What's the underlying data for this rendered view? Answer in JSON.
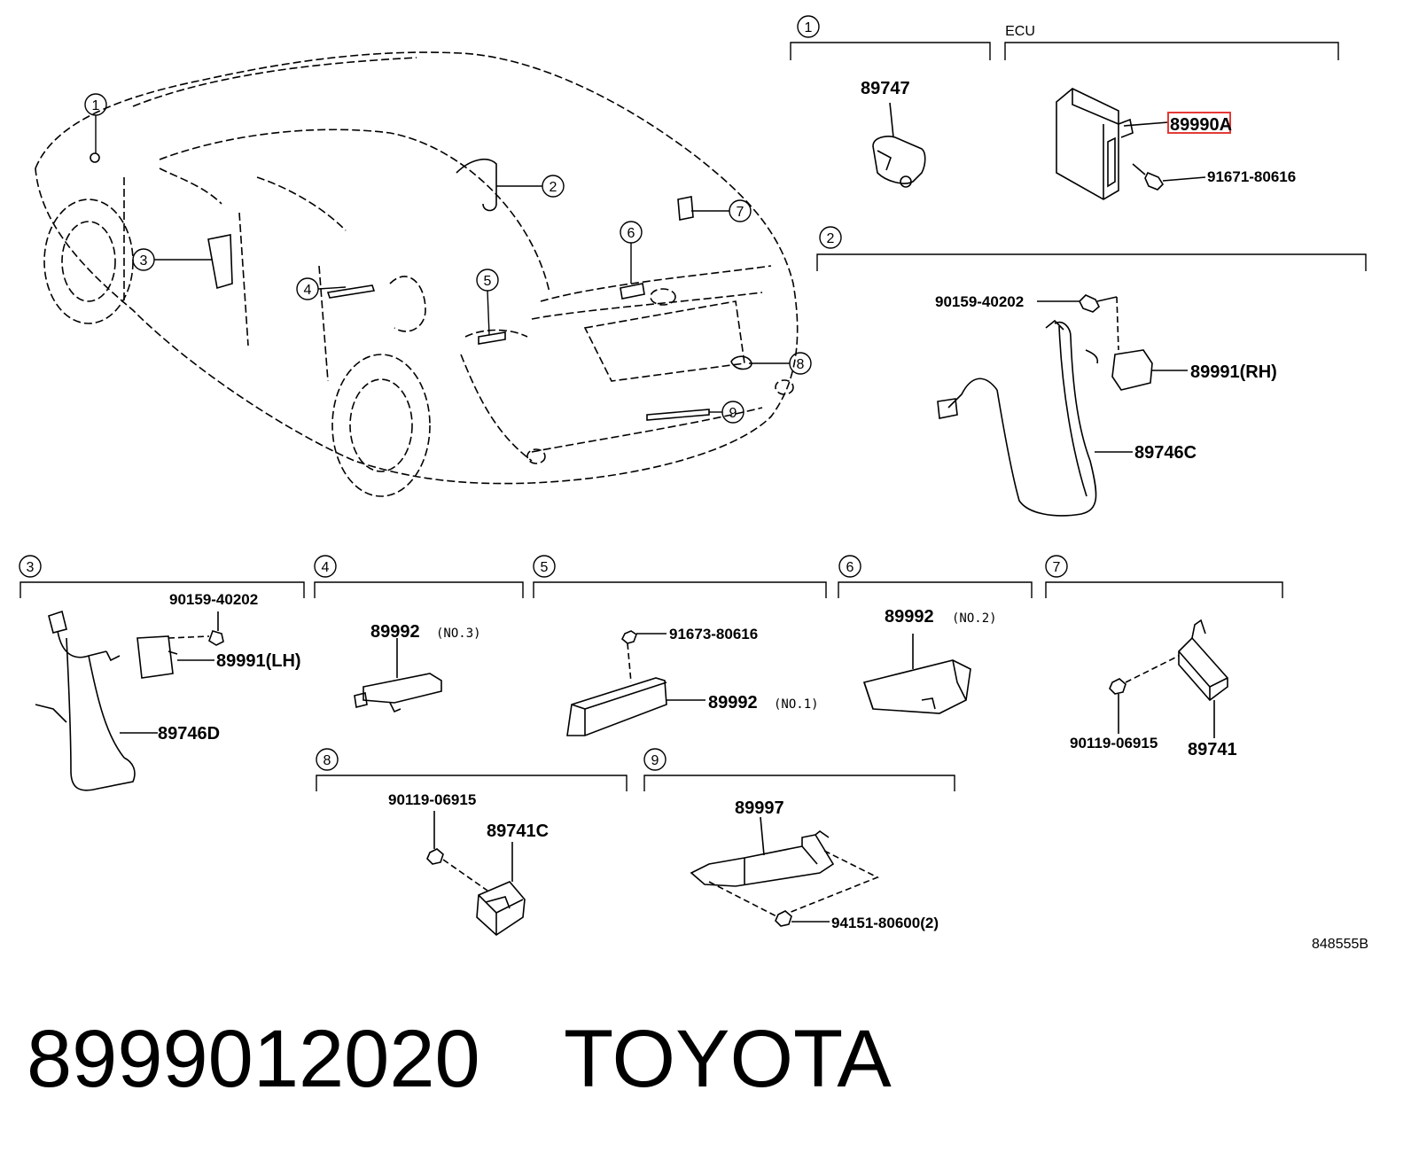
{
  "diagram": {
    "reference_code": "848555B",
    "highlighted_part": "89990A",
    "highlight_color": "#e53935",
    "groups": [
      {
        "number": "1",
        "title": ""
      },
      {
        "number": "",
        "title": "ECU"
      },
      {
        "number": "2",
        "title": ""
      },
      {
        "number": "3",
        "title": ""
      },
      {
        "number": "4",
        "title": ""
      },
      {
        "number": "5",
        "title": ""
      },
      {
        "number": "6",
        "title": ""
      },
      {
        "number": "7",
        "title": ""
      },
      {
        "number": "8",
        "title": ""
      },
      {
        "number": "9",
        "title": ""
      }
    ],
    "callouts": [
      "1",
      "2",
      "3",
      "4",
      "5",
      "6",
      "7",
      "8",
      "9"
    ],
    "parts": {
      "p89747": "89747",
      "p89990a": "89990A",
      "p91671": "91671-80616",
      "p90159_g2": "90159-40202",
      "p89991rh": "89991(RH)",
      "p89746c": "89746C",
      "p90159_g3": "90159-40202",
      "p89991lh": "89991(LH)",
      "p89746d": "89746D",
      "p89992_no3": "89992",
      "q_no3": "(NO.3)",
      "p91673": "91673-80616",
      "p89992_no1": "89992",
      "q_no1": "(NO.1)",
      "p89992_no2": "89992",
      "q_no2": "(NO.2)",
      "p90119_g7": "90119-06915",
      "p89741": "89741",
      "p90119_g8": "90119-06915",
      "p89741c": "89741C",
      "p89997": "89997",
      "p94151": "94151-80600(2)"
    }
  },
  "footer": {
    "part_number": "8999012020",
    "brand": "TOYOTA"
  }
}
